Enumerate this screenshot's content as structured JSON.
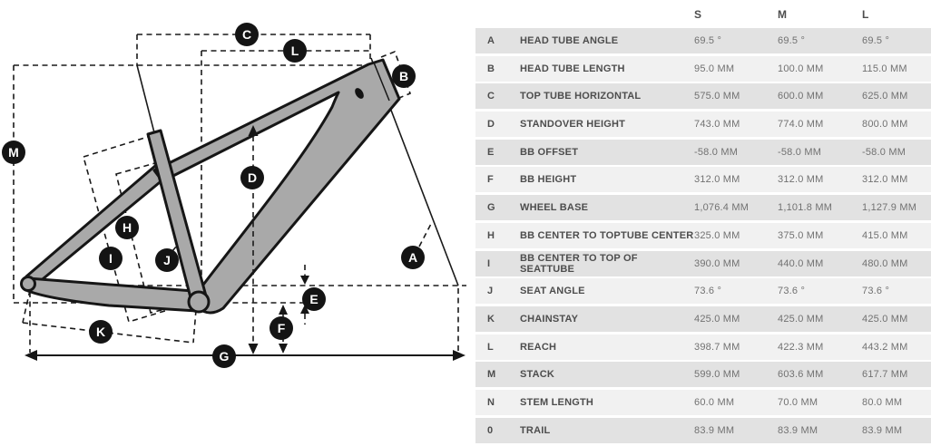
{
  "table": {
    "size_headers": [
      "S",
      "M",
      "L"
    ],
    "rows": [
      {
        "letter": "A",
        "label": "HEAD TUBE ANGLE",
        "s": "69.5 °",
        "m": "69.5 °",
        "l": "69.5 °"
      },
      {
        "letter": "B",
        "label": "HEAD TUBE LENGTH",
        "s": "95.0 MM",
        "m": "100.0 MM",
        "l": "115.0 MM"
      },
      {
        "letter": "C",
        "label": "TOP TUBE HORIZONTAL",
        "s": "575.0 MM",
        "m": "600.0 MM",
        "l": "625.0 MM"
      },
      {
        "letter": "D",
        "label": "STANDOVER HEIGHT",
        "s": "743.0 MM",
        "m": "774.0 MM",
        "l": "800.0 MM"
      },
      {
        "letter": "E",
        "label": "BB OFFSET",
        "s": "-58.0 MM",
        "m": "-58.0 MM",
        "l": "-58.0 MM"
      },
      {
        "letter": "F",
        "label": "BB HEIGHT",
        "s": "312.0 MM",
        "m": "312.0 MM",
        "l": "312.0 MM"
      },
      {
        "letter": "G",
        "label": "WHEEL BASE",
        "s": "1,076.4 MM",
        "m": "1,101.8 MM",
        "l": "1,127.9 MM"
      },
      {
        "letter": "H",
        "label": "BB CENTER TO TOPTUBE CENTER",
        "s": "325.0 MM",
        "m": "375.0 MM",
        "l": "415.0 MM"
      },
      {
        "letter": "I",
        "label": "BB CENTER TO TOP OF SEATTUBE",
        "s": "390.0 MM",
        "m": "440.0 MM",
        "l": "480.0 MM"
      },
      {
        "letter": "J",
        "label": "SEAT ANGLE",
        "s": "73.6 °",
        "m": "73.6 °",
        "l": "73.6 °"
      },
      {
        "letter": "K",
        "label": "CHAINSTAY",
        "s": "425.0 MM",
        "m": "425.0 MM",
        "l": "425.0 MM"
      },
      {
        "letter": "L",
        "label": "REACH",
        "s": "398.7 MM",
        "m": "422.3 MM",
        "l": "443.2 MM"
      },
      {
        "letter": "M",
        "label": "STACK",
        "s": "599.0 MM",
        "m": "603.6 MM",
        "l": "617.7 MM"
      },
      {
        "letter": "N",
        "label": "STEM LENGTH",
        "s": "60.0 MM",
        "m": "70.0 MM",
        "l": "80.0 MM"
      },
      {
        "letter": "0",
        "label": "TRAIL",
        "s": "83.9 MM",
        "m": "83.9 MM",
        "l": "83.9 MM"
      }
    ]
  },
  "diagram": {
    "description": "Hardtail bike frame geometry diagram with dimension callouts",
    "marker_letters": [
      "A",
      "B",
      "C",
      "D",
      "E",
      "F",
      "G",
      "H",
      "I",
      "J",
      "K",
      "L",
      "M"
    ]
  },
  "colors": {
    "row_dark": "#e2e2e2",
    "row_light": "#f1f1f1",
    "header_text": "#4d4d4d",
    "label_text": "#4d4d4d",
    "value_text": "#717171",
    "marker_background": "#141414",
    "marker_text": "#ffffff",
    "frame_fill": "#a9a9a9",
    "line_color": "#1a1a1a",
    "background": "#ffffff"
  }
}
